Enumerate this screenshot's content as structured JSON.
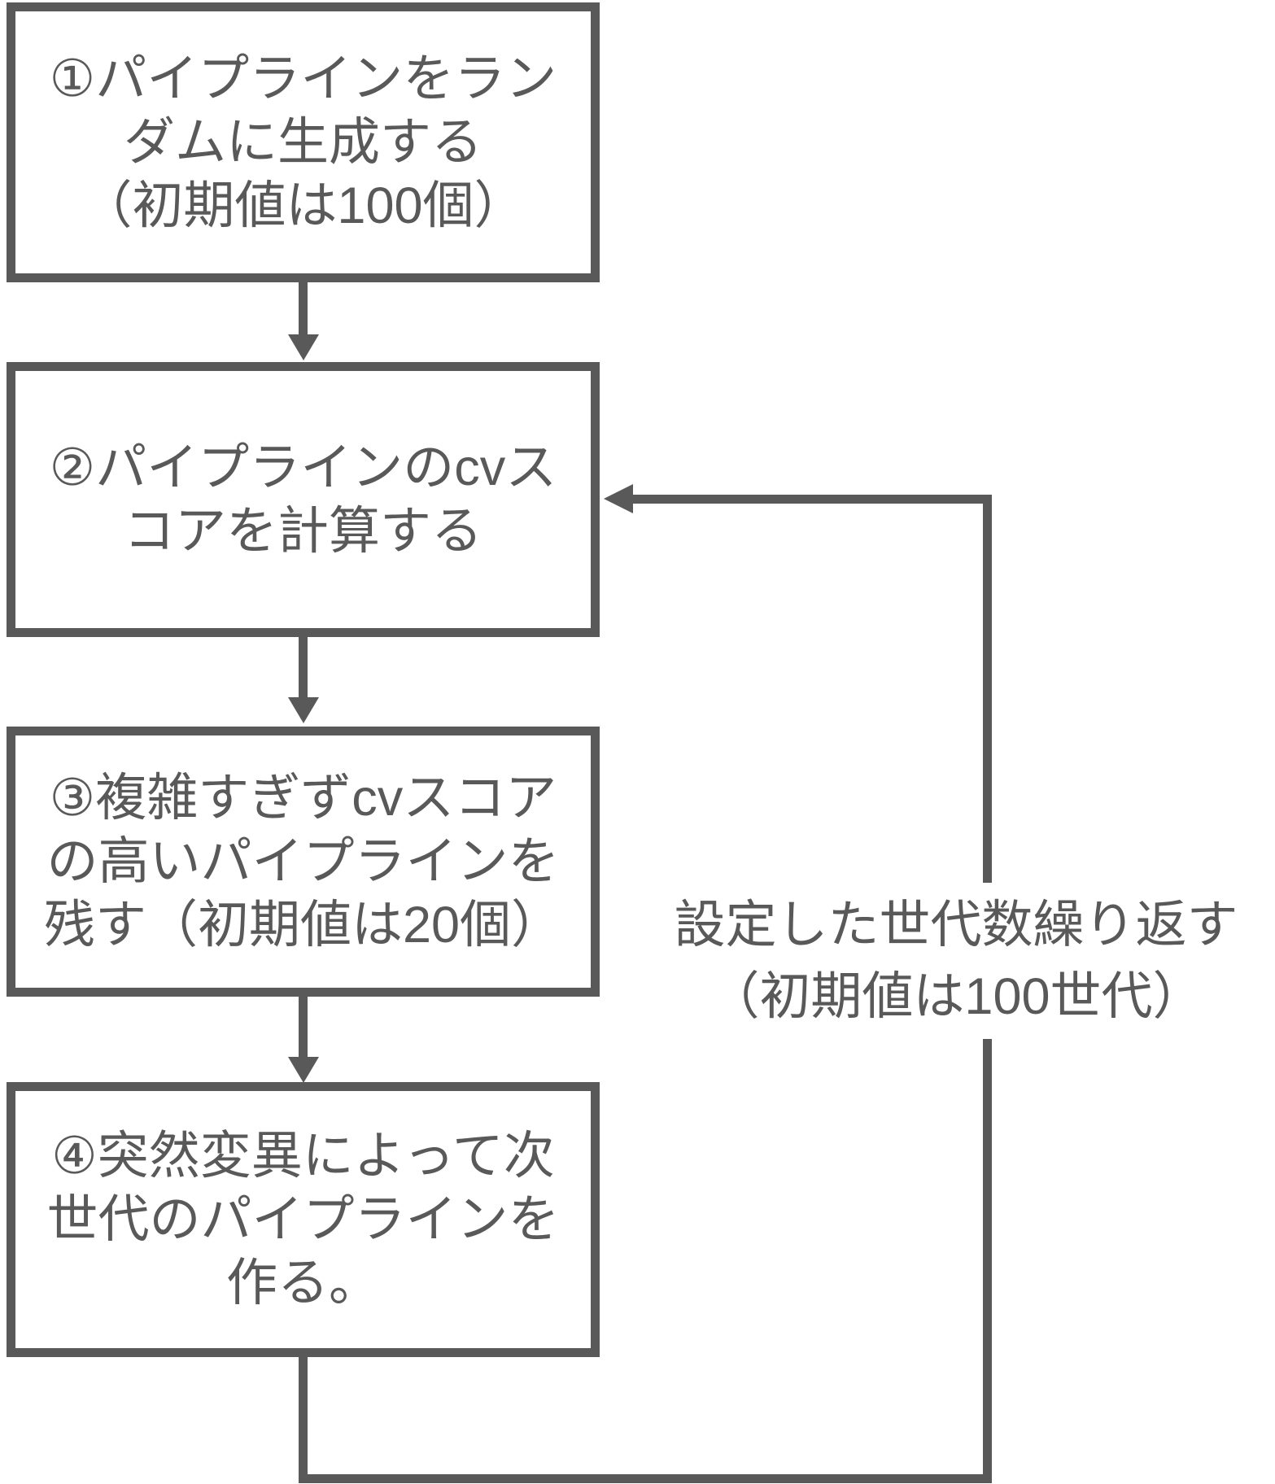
{
  "colors": {
    "stroke": "#595959",
    "text": "#595959",
    "background": "#ffffff"
  },
  "steps": [
    {
      "lines": [
        "①パイプラインをラン",
        "ダムに生成する",
        "（初期値は100個）"
      ]
    },
    {
      "lines": [
        "②パイプラインのcvス",
        "コアを計算する"
      ]
    },
    {
      "lines": [
        "③複雑すぎずcvスコア",
        "の高いパイプラインを",
        "残す（初期値は20個）"
      ]
    },
    {
      "lines": [
        "④突然変異によって次",
        "世代のパイプラインを",
        "作る。"
      ]
    }
  ],
  "loop_label": {
    "lines": [
      "設定した世代数繰り返す",
      "（初期値は100世代）"
    ]
  }
}
